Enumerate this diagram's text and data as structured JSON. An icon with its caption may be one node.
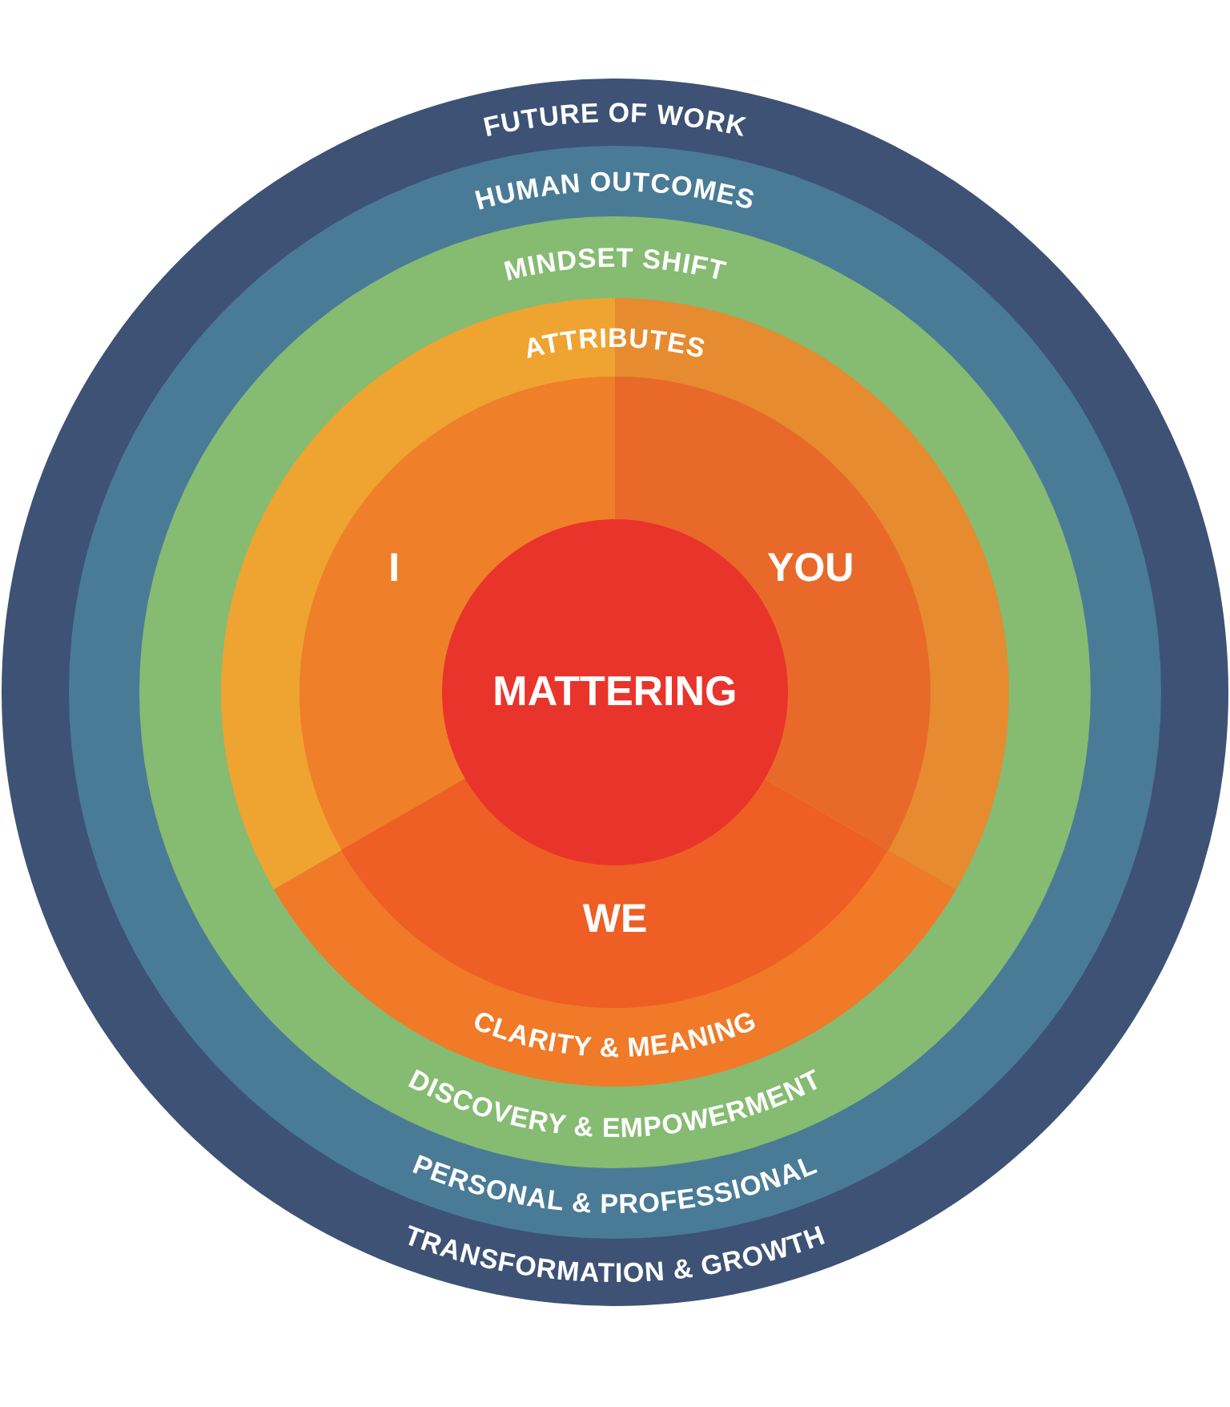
{
  "diagram": {
    "nodes": [
      {
        "text": [
          "FUTURE OF WORK",
          "TRANSFORMATION & GROWTH"
        ]
      },
      {
        "text": [
          "HUMAN OUTCOMES",
          "PERSONAL & PROFESSIONAL"
        ],
        "in": 0
      },
      {
        "text": [
          "MINDSET SHIFT",
          "DISCOVERY & EMPOWERMENT"
        ],
        "in": 1
      },
      {
        "text": [
          "ATTRIBUTES",
          "CLARITY & MEANING"
        ],
        "in": 2
      },
      {
        "text": [
          "I"
        ],
        "in": 3
      },
      {
        "text": [
          "YOU"
        ],
        "in": 3
      },
      {
        "text": [
          "WE"
        ],
        "in": 3
      },
      {
        "text": [
          "MATTERING"
        ],
        "in": 3
      }
    ]
  }
}
